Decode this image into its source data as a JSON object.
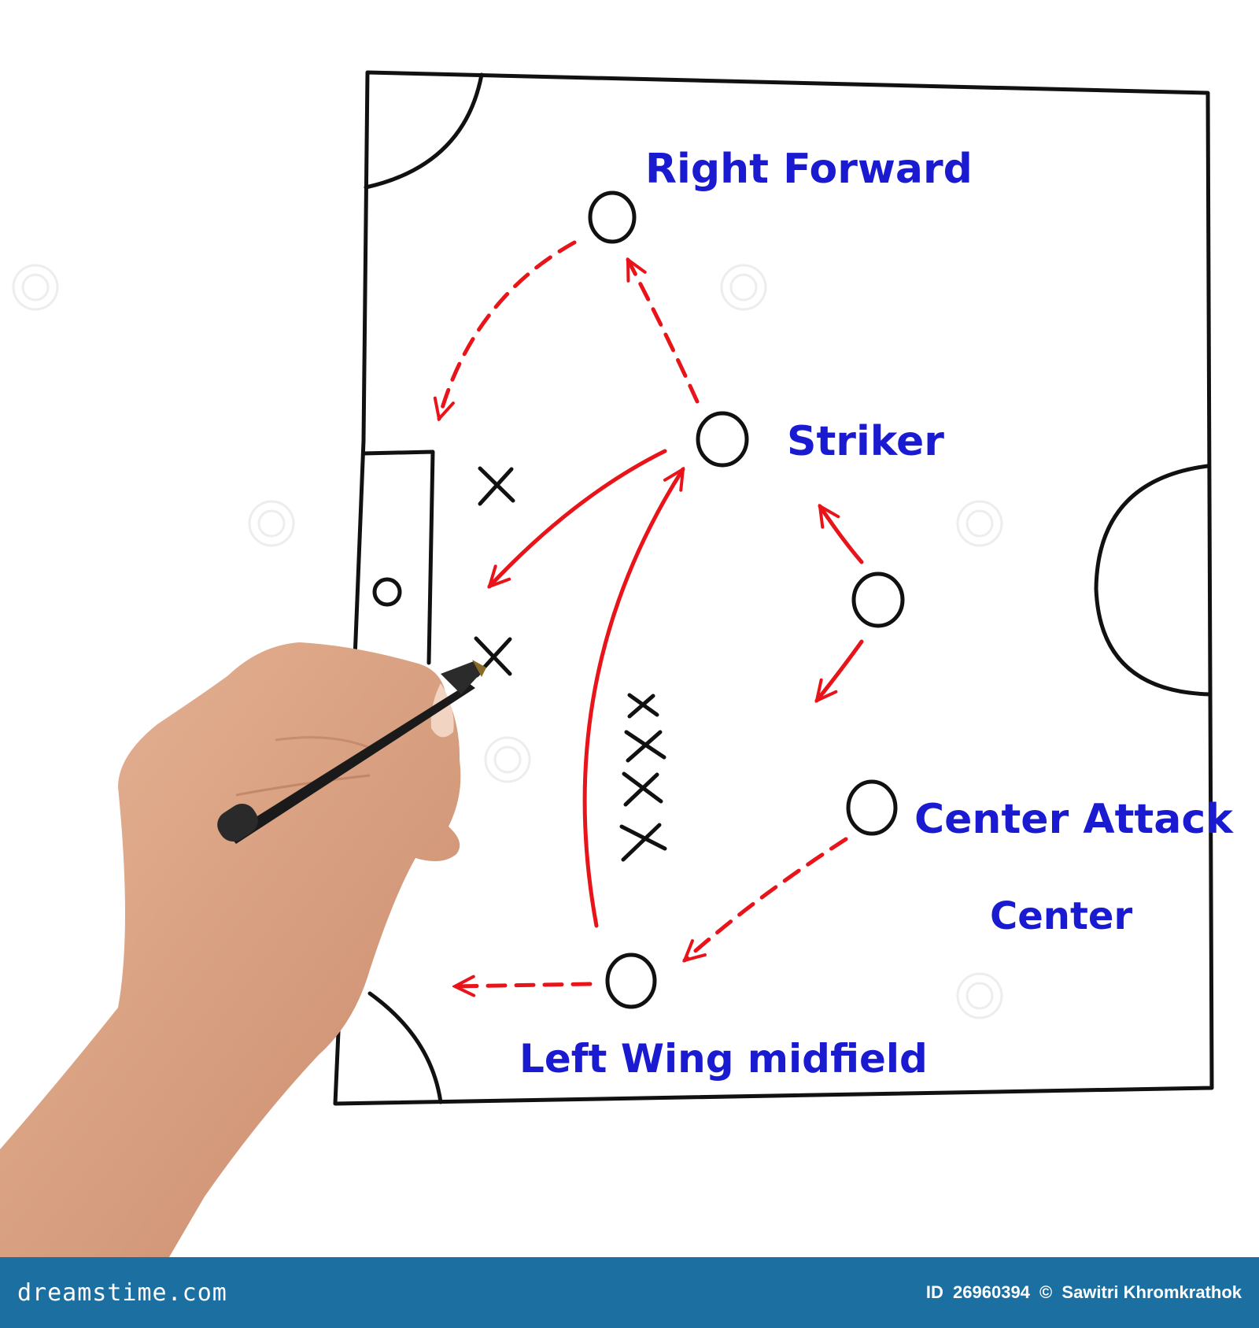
{
  "diagram": {
    "labels": {
      "right_forward": "Right Forward",
      "striker": "Striker",
      "center_attack": "Center Attack",
      "center": "Center",
      "left_wing_midfield": "Left Wing midfield"
    },
    "colors": {
      "lines": "#111111",
      "arrows": "#e8141a",
      "labels": "#1a1ad0",
      "footer": "#1b6fa1"
    },
    "icons": [
      "hand-with-marker-icon",
      "watermark-spiral-icon"
    ]
  },
  "footer": {
    "brand": "dreamstime.com",
    "id_label": "ID",
    "id_number": "26960394",
    "copyright": "©",
    "author": "Sawitri Khromkrathok"
  }
}
